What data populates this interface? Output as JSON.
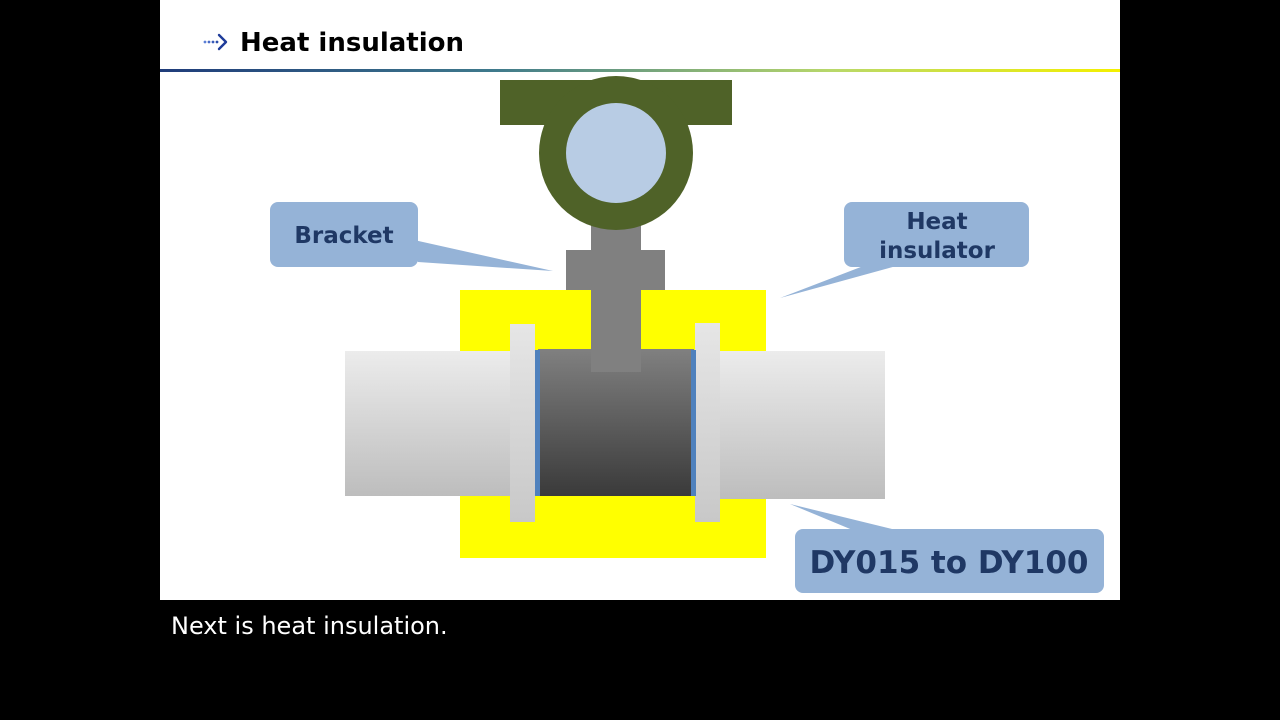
{
  "slide": {
    "title": "Heat insulation",
    "title_icon": "dotted-arrow-icon",
    "rule_colors": [
      "#1f3c7a",
      "#b8d86a",
      "#f4f000"
    ]
  },
  "diagram": {
    "labels": {
      "bracket": "Bracket",
      "heat_insulator_line1": "Heat",
      "heat_insulator_line2": "insulator",
      "model_range": "DY015 to DY100"
    },
    "colors": {
      "callout_fill": "#95b3d7",
      "callout_text": "#1f3864",
      "insulator": "#ffff00",
      "converter_housing": "#4f6228",
      "converter_window": "#b8cce4",
      "bracket": "#808080",
      "flowtube": "#5a5a5a",
      "pipe": "#d9d9d9",
      "gasket": "#4f81bd"
    }
  },
  "caption": {
    "text": "Next is heat insulation."
  }
}
